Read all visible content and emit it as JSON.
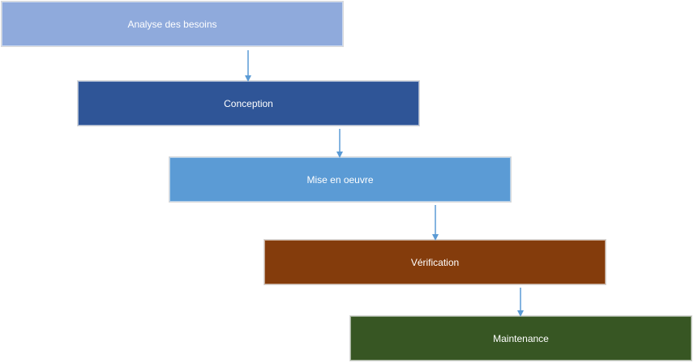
{
  "steps": [
    {
      "label": "Analyse des besoins",
      "color": "#8FAADC"
    },
    {
      "label": "Conception",
      "color": "#2F5597"
    },
    {
      "label": "Mise en oeuvre",
      "color": "#5B9BD5"
    },
    {
      "label": "Vérification",
      "color": "#843C0C"
    },
    {
      "label": "Maintenance",
      "color": "#375623"
    }
  ],
  "connector_color": "#5B9BD5"
}
